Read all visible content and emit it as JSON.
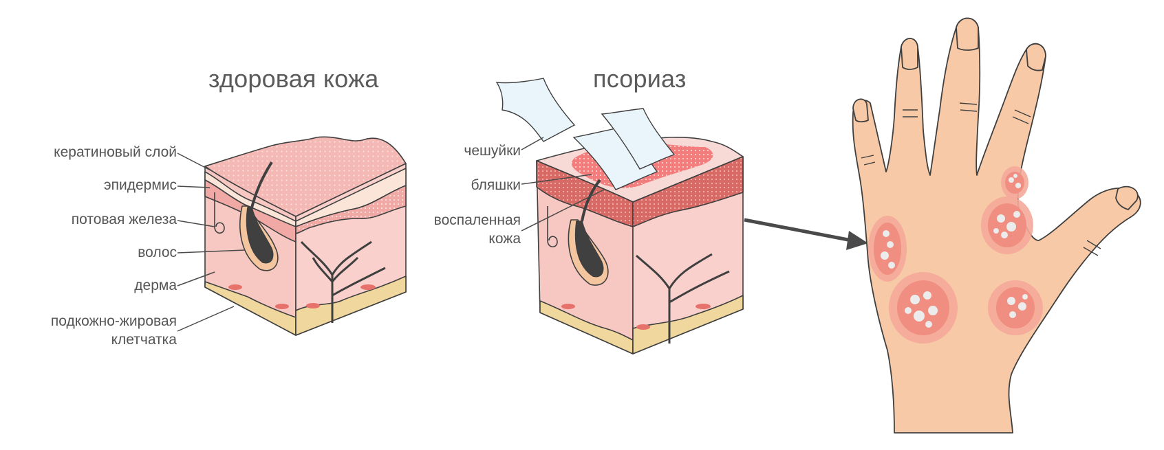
{
  "titles": {
    "healthy": "здоровая кожа",
    "psoriasis": "псориаз"
  },
  "healthy_labels": [
    "кератиновый слой",
    "эпидермис",
    "потовая железа",
    "волос",
    "дерма",
    "подкожно-жировая",
    "клетчатка"
  ],
  "psoriasis_labels": [
    "чешуйки",
    "бляшки",
    "воспаленная",
    "кожа"
  ],
  "colors": {
    "epidermis": "#f4b7b3",
    "dermis": "#f7c7c2",
    "fat": "#efd79d",
    "keratin": "#fbe5d8",
    "inflamed": "#e8827b",
    "plaque": "#f28c8a",
    "scale": "#eaf4fb",
    "hand": "#f7c9a6",
    "outline": "#3f3f3f"
  }
}
